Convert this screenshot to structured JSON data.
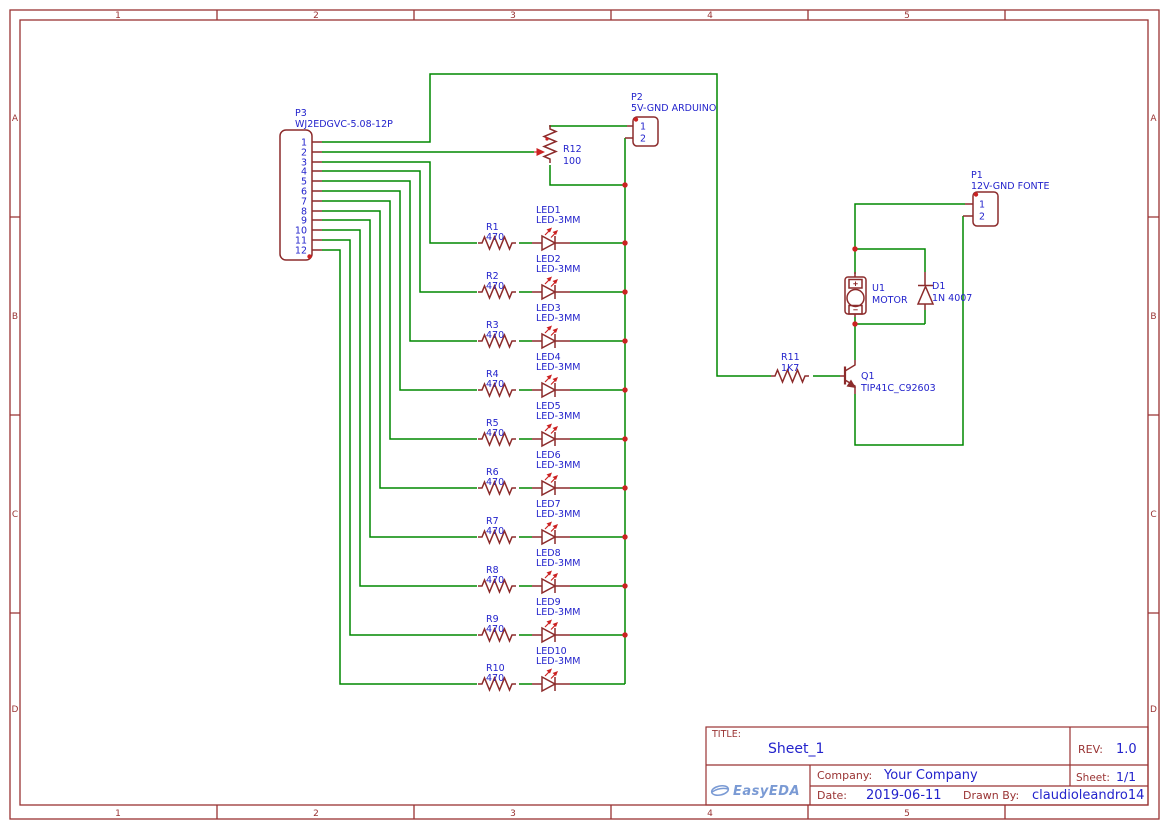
{
  "schematic": {
    "frame": {
      "column_labels": [
        "1",
        "2",
        "3",
        "4",
        "5"
      ],
      "row_labels": [
        "A",
        "B",
        "C",
        "D"
      ]
    },
    "components": {
      "p3": {
        "ref": "P3",
        "value": "WJ2EDGVC-5.08-12P",
        "pins": [
          "1",
          "2",
          "3",
          "4",
          "5",
          "6",
          "7",
          "8",
          "9",
          "10",
          "11",
          "12"
        ]
      },
      "p2": {
        "ref": "P2",
        "value": "5V-GND ARDUINO",
        "pins": [
          "1",
          "2"
        ]
      },
      "p1": {
        "ref": "P1",
        "value": "12V-GND FONTE",
        "pins": [
          "1",
          "2"
        ]
      },
      "r12": {
        "ref": "R12",
        "value": "100"
      },
      "r11": {
        "ref": "R11",
        "value": "1K7"
      },
      "q1": {
        "ref": "Q1",
        "value": "TIP41C_C92603"
      },
      "u1": {
        "ref": "U1",
        "value": "MOTOR"
      },
      "d1": {
        "ref": "D1",
        "value": "1N 4007"
      },
      "led_rows": [
        {
          "r_ref": "R1",
          "r_value": "470",
          "led_ref": "LED1",
          "led_value": "LED-3MM"
        },
        {
          "r_ref": "R2",
          "r_value": "470",
          "led_ref": "LED2",
          "led_value": "LED-3MM"
        },
        {
          "r_ref": "R3",
          "r_value": "470",
          "led_ref": "LED3",
          "led_value": "LED-3MM"
        },
        {
          "r_ref": "R4",
          "r_value": "470",
          "led_ref": "LED4",
          "led_value": "LED-3MM"
        },
        {
          "r_ref": "R5",
          "r_value": "470",
          "led_ref": "LED5",
          "led_value": "LED-3MM"
        },
        {
          "r_ref": "R6",
          "r_value": "470",
          "led_ref": "LED6",
          "led_value": "LED-3MM"
        },
        {
          "r_ref": "R7",
          "r_value": "470",
          "led_ref": "LED7",
          "led_value": "LED-3MM"
        },
        {
          "r_ref": "R8",
          "r_value": "470",
          "led_ref": "LED8",
          "led_value": "LED-3MM"
        },
        {
          "r_ref": "R9",
          "r_value": "470",
          "led_ref": "LED9",
          "led_value": "LED-3MM"
        },
        {
          "r_ref": "R10",
          "r_value": "470",
          "led_ref": "LED10",
          "led_value": "LED-3MM"
        }
      ]
    },
    "title_block": {
      "title_label": "TITLE:",
      "title": "Sheet_1",
      "rev_label": "REV:",
      "rev": "1.0",
      "company_label": "Company:",
      "company": "Your Company",
      "sheet_label": "Sheet:",
      "sheet": "1/1",
      "date_label": "Date:",
      "date": "2019-06-11",
      "drawn_by_label": "Drawn By:",
      "drawn_by": "claudioleandro14",
      "logo_text": "EasyEDA"
    }
  },
  "colors": {
    "wire_green": "#008800",
    "component_red": "#8c2b2b",
    "label_blue": "#2323cc",
    "junction_red": "#cc2222",
    "logo_blue": "#7a9ad4"
  }
}
